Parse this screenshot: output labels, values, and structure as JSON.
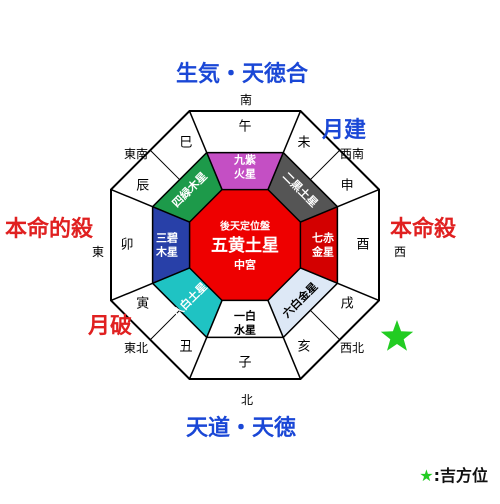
{
  "titles": {
    "top": "生気・天徳合",
    "bottom": "天道・天徳"
  },
  "annotations": {
    "upper_right": "月建",
    "right": "本命殺",
    "left": "本命的殺",
    "lower_left": "月破"
  },
  "directions": {
    "s": "南",
    "sw": "西南",
    "w": "西",
    "nw": "西北",
    "n": "北",
    "ne": "東北",
    "e": "東",
    "se": "東南"
  },
  "zodiac": {
    "s": "午",
    "ssw": "未",
    "wsw": "申",
    "w": "酉",
    "wnw": "戌",
    "nnw": "亥",
    "n": "子",
    "nne": "丑",
    "ene": "寅",
    "e": "卯",
    "ese": "辰",
    "sse": "巳"
  },
  "stars": {
    "s": {
      "lines": [
        "九紫",
        "火星"
      ],
      "color": "#c44fc4"
    },
    "sw": {
      "text": "二黒土星",
      "color": "#555555"
    },
    "w": {
      "lines": [
        "七赤",
        "金星"
      ],
      "color": "#d30000"
    },
    "nw": {
      "text": "六白金星",
      "color": "#dde8f6"
    },
    "n": {
      "lines": [
        "一白",
        "水星"
      ],
      "color": "#ffffff"
    },
    "ne": {
      "text": "八白土星",
      "color": "#1fc3c3"
    },
    "e": {
      "lines": [
        "三碧",
        "木星"
      ],
      "color": "#2840a8"
    },
    "se": {
      "text": "四緑木星",
      "color": "#1d9a4a"
    }
  },
  "center": {
    "header": "後天定位盤",
    "main": "五黄土星",
    "sub": "中宮",
    "color": "#ee0000"
  },
  "legend": {
    "star_icon": "★",
    "label": ":吉方位",
    "color": "#22cc22"
  }
}
